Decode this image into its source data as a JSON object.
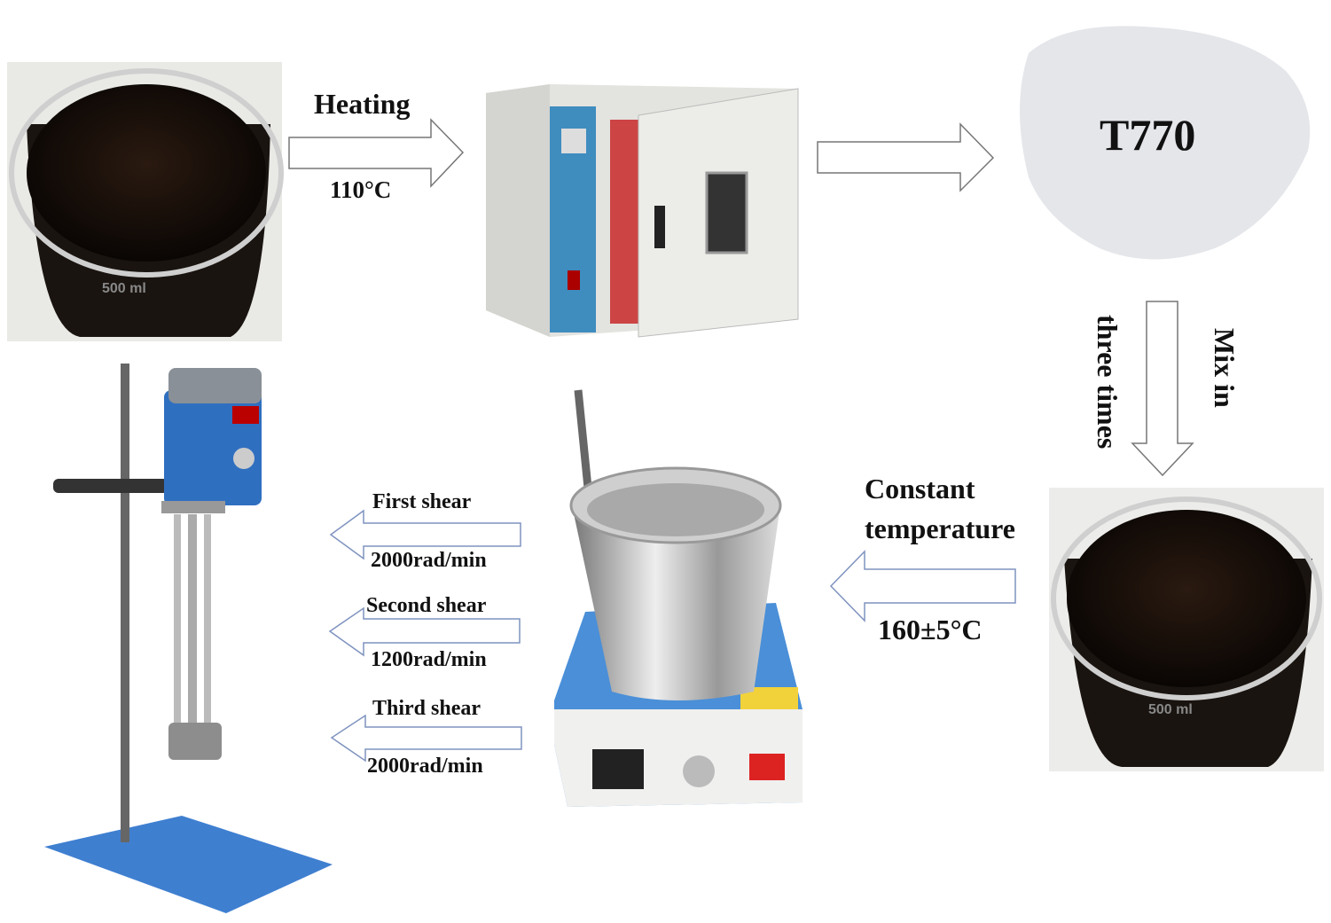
{
  "title": "Preparation process flow",
  "steps": {
    "heating": {
      "label": "Heating",
      "temperature": "110°C"
    },
    "additive": {
      "label": "T770"
    },
    "mix": {
      "label_a": "Mix in",
      "label_b": "three times"
    },
    "constant": {
      "line1": "Constant",
      "line2": "temperature",
      "temperature": "160±5°C"
    },
    "shears": [
      {
        "label": "First shear",
        "speed": "2000rad/min"
      },
      {
        "label": "Second shear",
        "speed": "1200rad/min"
      },
      {
        "label": "Third shear",
        "speed": "2000rad/min"
      }
    ]
  },
  "colors": {
    "arrow_outline": "#7f93bf",
    "arrow_gray": "#777777",
    "equipment_blue": "#3a78c8"
  }
}
